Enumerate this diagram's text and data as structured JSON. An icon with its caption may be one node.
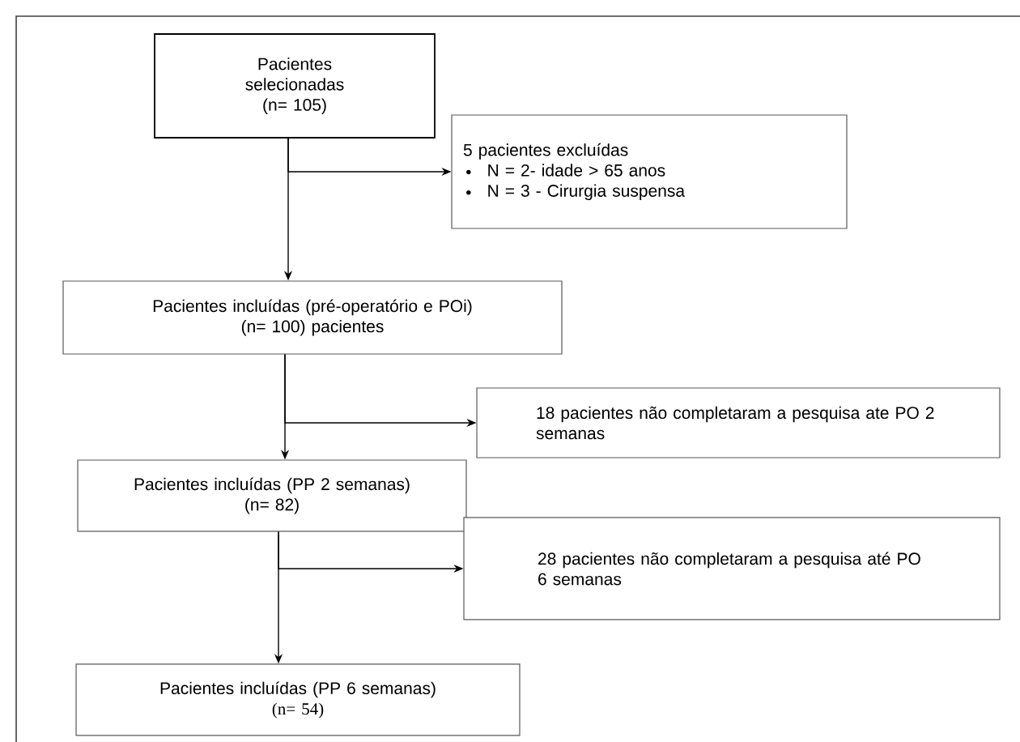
{
  "diagram": {
    "nodes": [
      {
        "text": [
          "Pacientes selecionadas (n= 105)"
        ]
      },
      {
        "text": [
          "5 pacientes excluídas",
          "N = 2- idade > 65 anos",
          "N = 3 - Cirurgia suspensa"
        ]
      },
      {
        "text": [
          "Pacientes incluídas (pré-operatório e POi)",
          "(n= 100) pacientes"
        ]
      },
      {
        "text": [
          "18 pacientes não completaram a pesquisa ate PO 2 semanas"
        ]
      },
      {
        "text": [
          "Pacientes incluídas (PP 2 semanas)",
          "(n= 82)"
        ]
      },
      {
        "text": [
          "28 pacientes não completaram a pesquisa até PO 6 semanas"
        ]
      },
      {
        "text": [
          "Pacientes incluídas (PP 6 semanas)",
          "(n= 54)"
        ]
      }
    ],
    "edges": [
      {
        "from": 0,
        "to": 1,
        "arrow": "to"
      },
      {
        "from": 0,
        "to": 2,
        "arrow": "to"
      },
      {
        "from": 2,
        "to": 3,
        "arrow": "to"
      },
      {
        "from": 2,
        "to": 4,
        "arrow": "to"
      },
      {
        "from": 4,
        "to": 5,
        "arrow": "to"
      },
      {
        "from": 4,
        "to": 6,
        "arrow": "to"
      }
    ]
  }
}
